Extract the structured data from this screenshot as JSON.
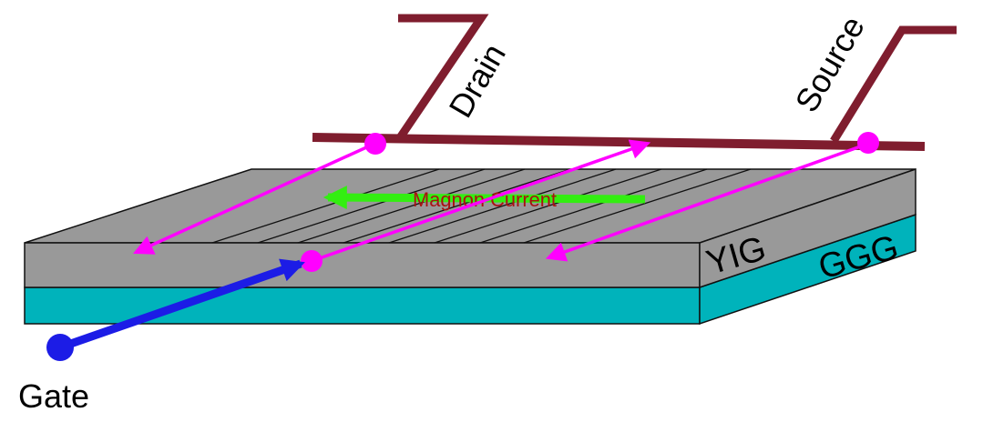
{
  "labels": {
    "drain": "Drain",
    "source": "Source",
    "gate": "Gate",
    "magnon_current": "Magnon Current",
    "yig": "YIG",
    "ggg": "GGG"
  },
  "colors": {
    "electrode": "#7f1d2e",
    "spin_current": "#ff00ff",
    "magnon_arrow": "#33ee11",
    "magnon_text": "#aa1111",
    "gate_wire": "#1c1ce6",
    "yig": "#999999",
    "ggg": "#00b3bb",
    "outline": "#111111",
    "label": "#000000"
  }
}
